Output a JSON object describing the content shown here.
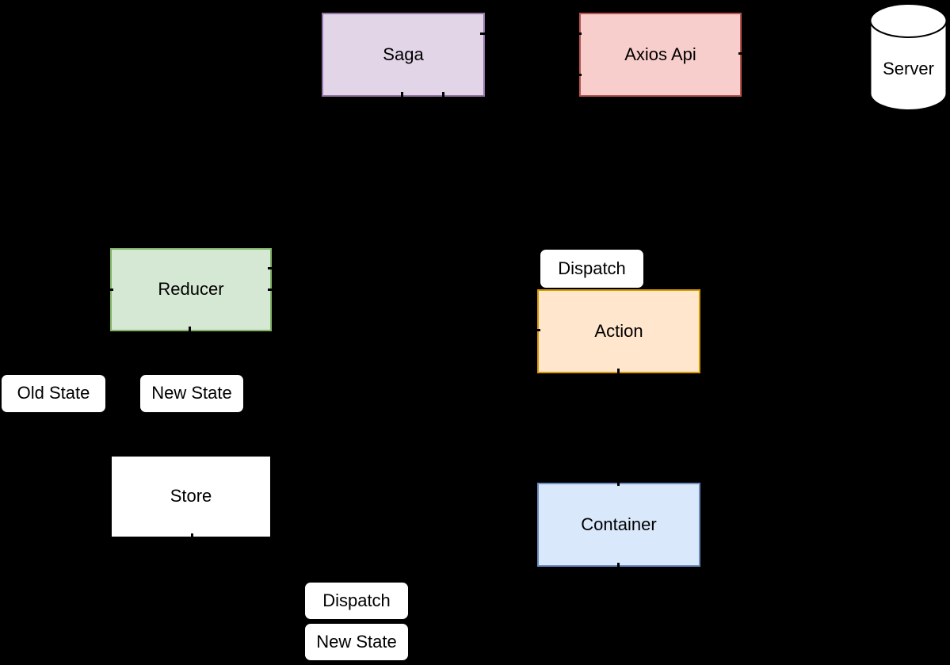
{
  "background_color": "#000000",
  "text_color": "#000000",
  "diagram": {
    "nodes": {
      "saga": {
        "label": "Saga",
        "fill": "#E1D5E7",
        "stroke": "#9673A6",
        "shape": "rectangle"
      },
      "axios_api": {
        "label": "Axios Api",
        "fill": "#F8CECC",
        "stroke": "#B85450",
        "shape": "rectangle"
      },
      "server": {
        "label": "Server",
        "fill": "#FFFFFF",
        "stroke": "#000000",
        "shape": "cylinder"
      },
      "reducer": {
        "label": "Reducer",
        "fill": "#D5E8D4",
        "stroke": "#82B366",
        "shape": "rectangle"
      },
      "action": {
        "label": "Action",
        "fill": "#FFE6CC",
        "stroke": "#D79B00",
        "shape": "rectangle"
      },
      "store": {
        "label": "Store",
        "fill": "#FFFFFF",
        "stroke": "#000000",
        "shape": "rectangle"
      },
      "container": {
        "label": "Container",
        "fill": "#DAE8FC",
        "stroke": "#6C8EBF",
        "shape": "rectangle"
      }
    },
    "edge_labels": {
      "dispatch_action": {
        "text": "Dispatch",
        "fill": "#FFFFFF"
      },
      "old_state": {
        "text": "Old State",
        "fill": "#FFFFFF"
      },
      "new_state_reducer": {
        "text": "New State",
        "fill": "#FFFFFF"
      },
      "dispatch_store": {
        "text": "Dispatch",
        "fill": "#FFFFFF"
      },
      "new_state_store": {
        "text": "New State",
        "fill": "#FFFFFF"
      }
    }
  }
}
